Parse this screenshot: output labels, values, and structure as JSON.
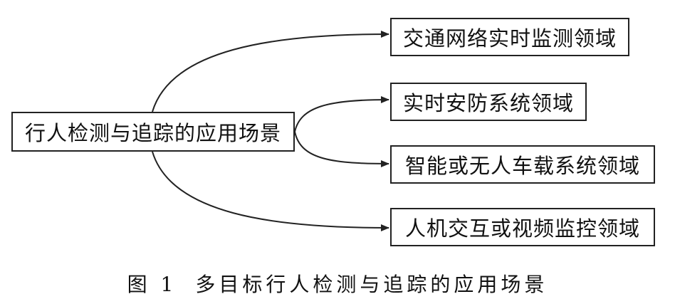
{
  "diagram": {
    "root": {
      "label": "行人检测与追踪的应用场景"
    },
    "branches": [
      {
        "label": "交通网络实时监测领域"
      },
      {
        "label": "实时安防系统领域"
      },
      {
        "label": "智能或无人车载系统领域"
      },
      {
        "label": "人机交互或视频监控领域"
      }
    ]
  },
  "caption": {
    "figure_number": "图 1",
    "text": "多目标行人检测与追踪的应用场景"
  },
  "colors": {
    "stroke": "#222222",
    "text": "#111111",
    "background": "#ffffff"
  }
}
